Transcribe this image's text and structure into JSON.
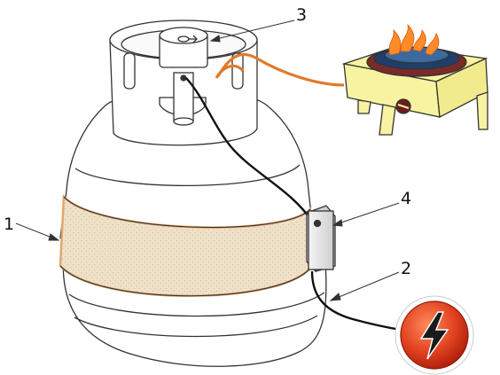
{
  "callouts": {
    "heater_band": "1",
    "power_cable": "2",
    "regulator_valve": "3",
    "controller_box": "4"
  },
  "colors": {
    "cylinder_outline": "#333333",
    "band_fill": "#efe1c9",
    "band_dots": "#e2a46a",
    "gas_hose": "#e07a2a",
    "stove_body": "#f8f3a0",
    "flame": "#ff8a2a",
    "power_button": "#e0401e"
  },
  "icons": {
    "power_button": "lightning-bolt-icon",
    "stove_knob": "stove-knob-icon"
  }
}
